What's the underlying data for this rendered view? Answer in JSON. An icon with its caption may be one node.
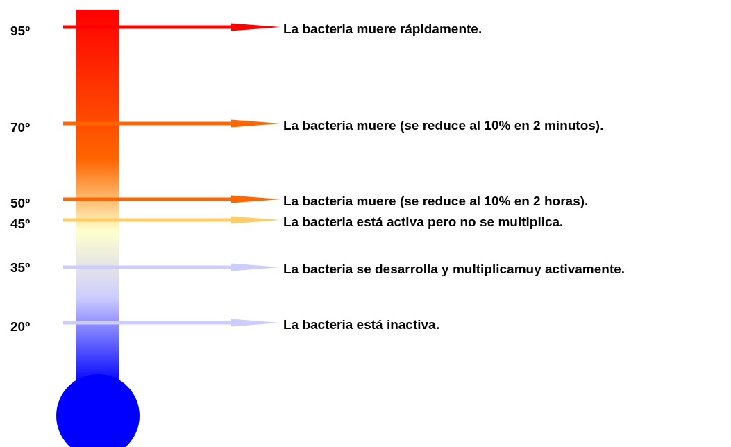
{
  "diagram": {
    "nodes": [
      {
        "text": [
          "La bacteria muere rápidamente."
        ]
      },
      {
        "text": [
          "La bacteria muere (se reduce al 10% en 2 minutos)."
        ]
      },
      {
        "text": [
          "La bacteria muere (se reduce al 10% en 2 horas)."
        ]
      },
      {
        "text": [
          "La bacteria está activa pero no se multiplica."
        ]
      },
      {
        "text": [
          "La bacteria se desarrolla y multiplicamuy activamente."
        ]
      },
      {
        "text": [
          "La bacteria está inactiva."
        ]
      }
    ],
    "edges": [
      {
        "from": null,
        "to": 0,
        "arrow": "to",
        "color": "#ff0000"
      },
      {
        "from": null,
        "to": 1,
        "arrow": "to",
        "color": "#ff6600"
      },
      {
        "from": null,
        "to": 2,
        "arrow": "to",
        "color": "#ff6600"
      },
      {
        "from": null,
        "to": 3,
        "arrow": "to",
        "color": "#ffcc66"
      },
      {
        "from": null,
        "to": 4,
        "arrow": "to",
        "color": "#ccccff"
      },
      {
        "from": null,
        "to": 5,
        "arrow": "to",
        "color": "#ccccff"
      }
    ],
    "labels": [
      "95º",
      "70º",
      "50º",
      "45º",
      "35º",
      "20º"
    ]
  }
}
